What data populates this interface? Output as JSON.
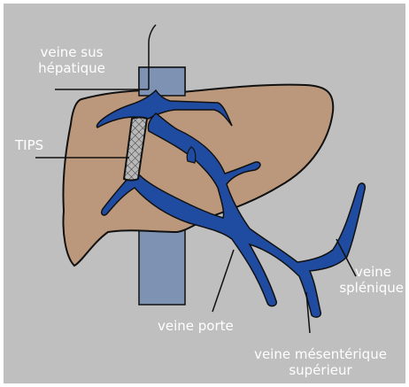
{
  "colors": {
    "background": "#bfbfbf",
    "border": "#ffffff",
    "liver": "#bb987b",
    "vein": "#1f4ba0",
    "vena_cava": "#7e93b4",
    "stent": "#b8b8b8",
    "outline": "#111111",
    "label_text": "#ffffff"
  },
  "icons": {
    "stent": "mesh-stent-icon"
  },
  "labels": {
    "hepatic_vein_line1": "veine sus",
    "hepatic_vein_line2": "hépatique",
    "tips": "TIPS",
    "portal_vein": "veine porte",
    "splenic_vein_line1": "veine",
    "splenic_vein_line2": "splénique",
    "mesenteric_vein_line1": "veine mésentérique",
    "mesenteric_vein_line2": "supérieur"
  }
}
